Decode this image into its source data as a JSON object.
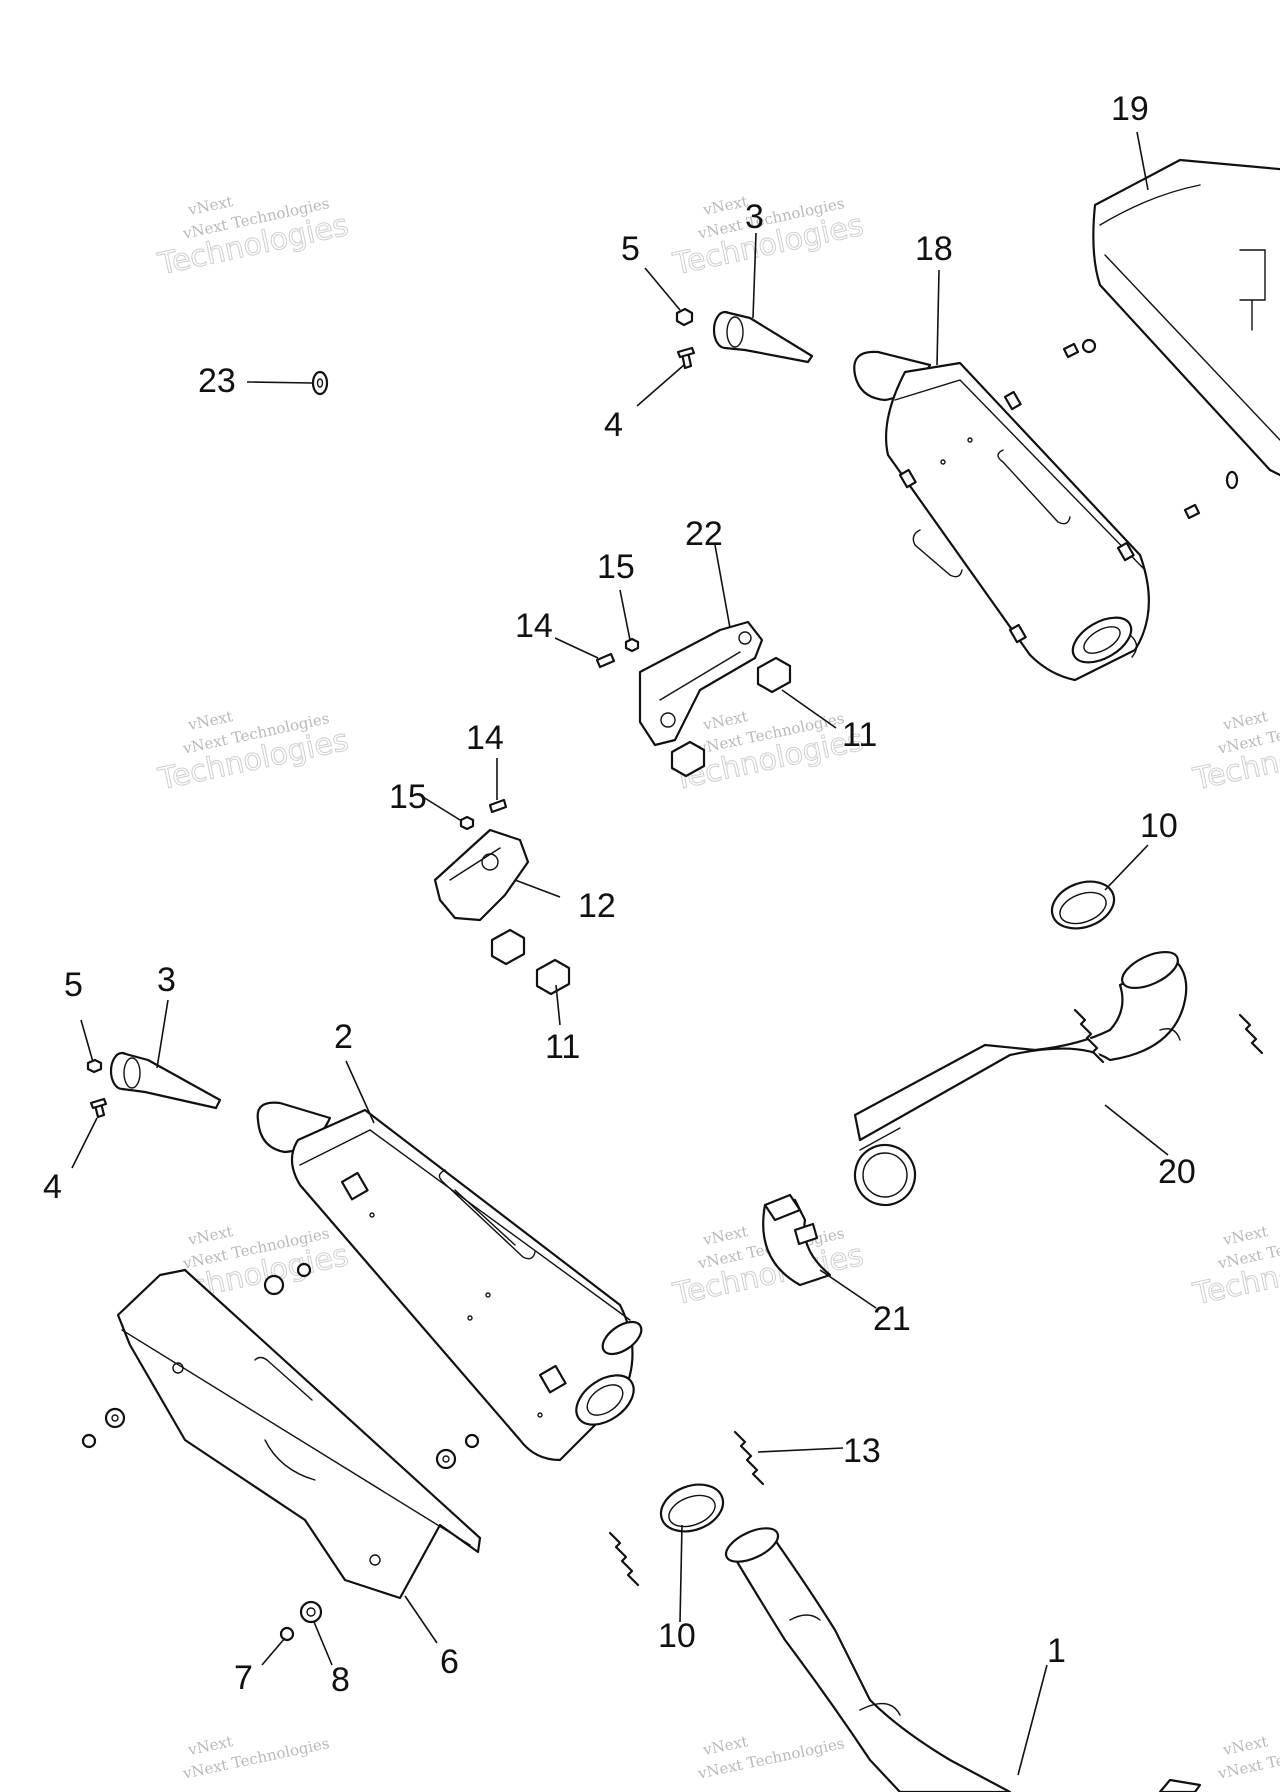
{
  "watermark": {
    "line1": "vNext Technologies",
    "line2": "Technologies",
    "line0": "vNext"
  },
  "callouts": {
    "c1": "1",
    "c2": "2",
    "c3a": "3",
    "c3b": "3",
    "c4a": "4",
    "c4b": "4",
    "c5a": "5",
    "c5b": "5",
    "c6": "6",
    "c7": "7",
    "c8": "8",
    "c10a": "10",
    "c10b": "10",
    "c11a": "11",
    "c11b": "11",
    "c12": "12",
    "c13": "13",
    "c14a": "14",
    "c14b": "14",
    "c15a": "15",
    "c15b": "15",
    "c18": "18",
    "c19": "19",
    "c20": "20",
    "c21": "21",
    "c22": "22",
    "c23": "23"
  },
  "colors": {
    "line": "#111111",
    "watermark": "#bbbbbb",
    "background": "#ffffff"
  }
}
